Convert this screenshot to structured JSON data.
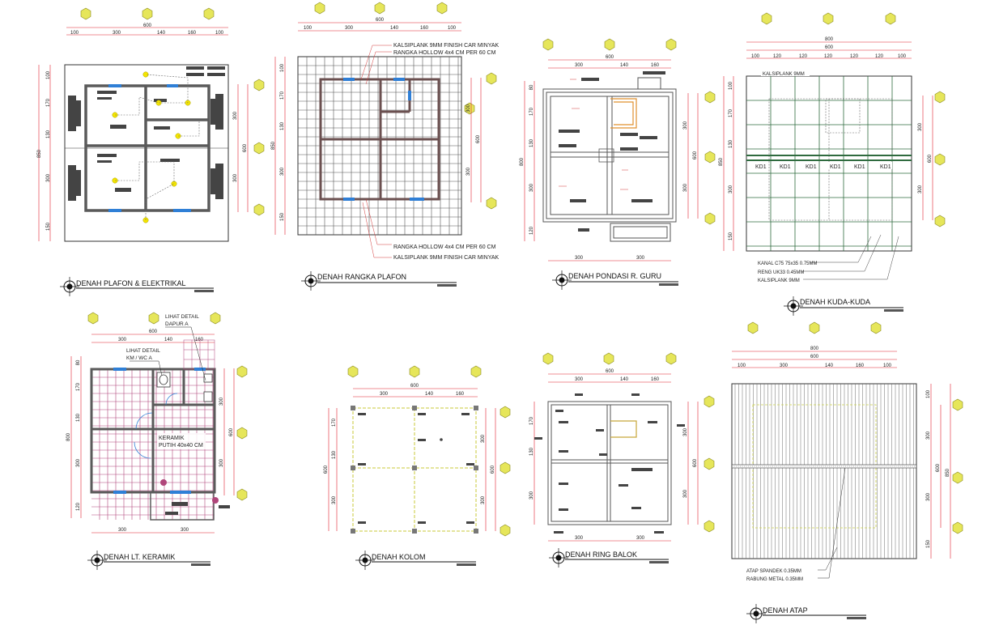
{
  "colors": {
    "wall": "#5a5a5a",
    "dimension": "#e0202f",
    "grid_bubble": "#e6e65a",
    "window": "#2f7fd6",
    "ceramic": "#b0457a",
    "truss": "#2f6b3f",
    "roof_line": "#ccd24a",
    "lamp": "#f5e600",
    "leader": "#d23a3a",
    "text": "#222222"
  },
  "panels": {
    "plafon": {
      "title": "DENAH PLAFON & ELEKTRIKAL",
      "dims_top": [
        "100",
        "300",
        "140",
        "160",
        "100"
      ],
      "dim_total": "600",
      "dims_left": [
        "100",
        "170",
        "130",
        "300",
        "150"
      ],
      "dim_left_total": "850",
      "dims_right": [
        "300",
        "300"
      ],
      "dim_right_total": "600"
    },
    "rangka": {
      "title": "DENAH RANGKA PLAFON",
      "dims_top": [
        "100",
        "300",
        "140",
        "160",
        "100"
      ],
      "dim_total": "600",
      "dims_left": [
        "100",
        "170",
        "130",
        "300",
        "150"
      ],
      "dim_left_total": "850",
      "dims_right": [
        "300",
        "300"
      ],
      "dim_right_total": "600",
      "notes_top": [
        "KALSIPLANK 9MM FINISH CAR MINYAK",
        "RANGKA HOLLOW 4x4 CM PER 60 CM"
      ],
      "notes_bottom": [
        "RANGKA HOLLOW 4x4 CM PER 60 CM",
        "KALSIPLANK 9MM FINISH CAR MINYAK"
      ]
    },
    "pondasi": {
      "title": "DENAH PONDASI R. GURU",
      "dims_top": [
        "300",
        "140",
        "160"
      ],
      "dim_total": "600",
      "dims_left": [
        "80",
        "170",
        "130",
        "300",
        "120"
      ],
      "dim_left_total": "800",
      "dims_right": [
        "300",
        "300"
      ],
      "dim_right_total": "600",
      "dims_bottom": [
        "300",
        "300"
      ]
    },
    "kuda": {
      "title": "DENAH KUDA-KUDA",
      "dims_top_outer": "800",
      "dims_top_total": "600",
      "dims_top": [
        "100",
        "120",
        "120",
        "120",
        "120",
        "120",
        "100"
      ],
      "dims_left": [
        "100",
        "170",
        "130",
        "300",
        "150"
      ],
      "dim_left_total": "850",
      "dims_right": [
        "300",
        "300"
      ],
      "dim_right_total": "600",
      "note_top": "KALSIPLANK 9MM",
      "kd_labels": [
        "KD1",
        "KD1",
        "KD1",
        "KD1",
        "KD1",
        "KD1"
      ],
      "notes_bottom": [
        "KANAL C75 75x35 0.75MM",
        "RENG UK33 0.45MM",
        "KALSIPLANK 9MM"
      ]
    },
    "keramik": {
      "title": "DENAH LT. KERAMIK",
      "dims_top": [
        "300",
        "140",
        "160"
      ],
      "dim_total": "600",
      "dims_left": [
        "80",
        "170",
        "130",
        "300",
        "120"
      ],
      "dim_left_total": "800",
      "dims_right": [
        "300",
        "300"
      ],
      "dim_right_total": "600",
      "dims_bottom": [
        "300",
        "300"
      ],
      "note_dapur": [
        "LIHAT DETAIL",
        "DAPUR A"
      ],
      "note_wc": [
        "LIHAT DETAIL",
        "KM / WC A"
      ],
      "note_keramik": [
        "KERAMIK",
        "PUTIH 40x40 CM"
      ]
    },
    "kolom": {
      "title": "DENAH KOLOM",
      "dims_top": [
        "300",
        "140",
        "160"
      ],
      "dim_total": "600",
      "dims_left": [
        "170",
        "130",
        "300"
      ],
      "dim_left_total": "600",
      "dims_right": [
        "300",
        "300"
      ],
      "dim_right_total": "600"
    },
    "ring": {
      "title": "DENAH RING BALOK",
      "dims_top": [
        "300",
        "140",
        "160"
      ],
      "dim_total": "600",
      "dims_left": [
        "170",
        "130",
        "300"
      ],
      "dims_right": [
        "300",
        "300"
      ],
      "dim_right_total": "600",
      "dims_bottom": [
        "300",
        "300"
      ]
    },
    "atap": {
      "title": "DENAH ATAP",
      "dims_top_outer": "800",
      "dims_top_total": "600",
      "dims_top": [
        "100",
        "300",
        "140",
        "160",
        "100"
      ],
      "dims_right": [
        "100",
        "300",
        "300",
        "150"
      ],
      "dim_right_total": "600",
      "dim_right_outer": "850",
      "notes_bottom": [
        "ATAP SPANDEK 0.35MM",
        "RABUNG METAL 0.35MM"
      ]
    }
  }
}
